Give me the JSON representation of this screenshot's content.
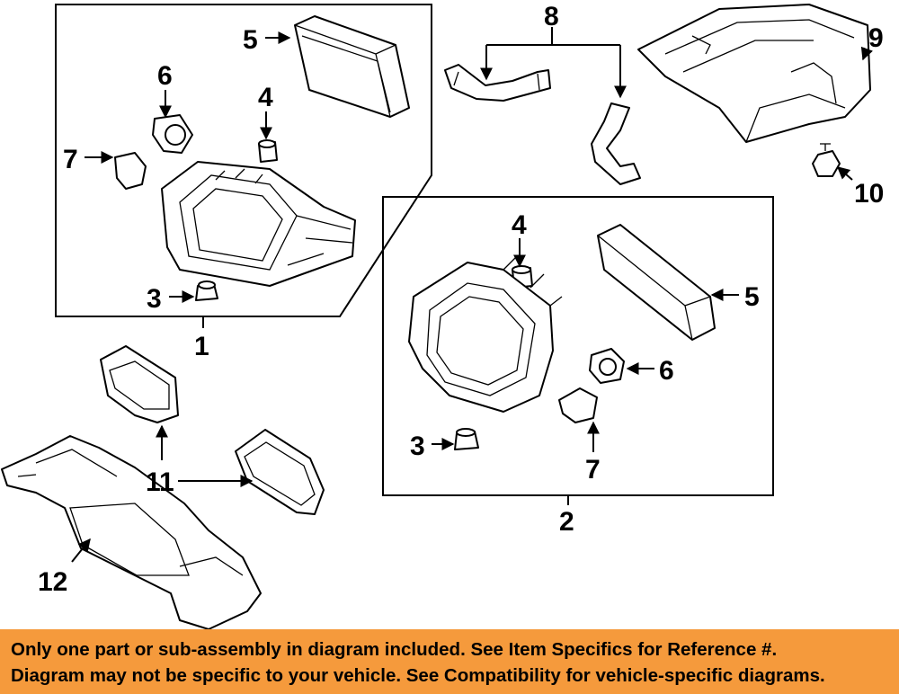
{
  "callouts": {
    "c1": "1",
    "c2": "2",
    "c3a": "3",
    "c3b": "3",
    "c4a": "4",
    "c4b": "4",
    "c5a": "5",
    "c5b": "5",
    "c6a": "6",
    "c6b": "6",
    "c7a": "7",
    "c7b": "7",
    "c8": "8",
    "c9": "9",
    "c10": "10",
    "c11": "11",
    "c12": "12"
  },
  "banner": {
    "line1": "Only one part or sub-assembly in diagram included. See Item Specifics for Reference #.",
    "line2": "Diagram may not be specific to your vehicle. See Compatibility for vehicle-specific diagrams.",
    "color": "#f59a3c"
  }
}
